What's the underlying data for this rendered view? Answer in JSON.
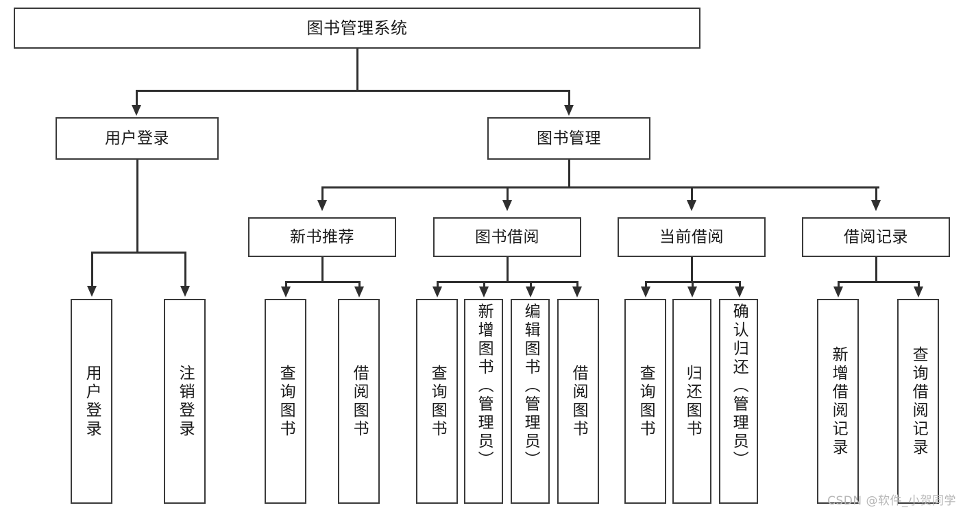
{
  "diagram": {
    "title": "图书管理系统",
    "type": "tree",
    "orientation": "top-down",
    "colors": {
      "box_border": "#3a3a3a",
      "connector": "#2f2f2f",
      "background": "#ffffff",
      "text": "#1b1b1b",
      "watermark": "#b6b6b6"
    },
    "root": {
      "label": "图书管理系统"
    },
    "level2": [
      {
        "label": "用户登录"
      },
      {
        "label": "图书管理"
      }
    ],
    "level3": [
      {
        "label": "新书推荐"
      },
      {
        "label": "图书借阅"
      },
      {
        "label": "当前借阅"
      },
      {
        "label": "借阅记录"
      }
    ],
    "leaves": {
      "user_login": [
        {
          "label": "用户登录"
        },
        {
          "label": "注销登录"
        }
      ],
      "new_book_recommend": [
        {
          "label": "查询图书"
        },
        {
          "label": "借阅图书"
        }
      ],
      "book_borrow": [
        {
          "label": "查询图书"
        },
        {
          "label": "新增图书（管理员）"
        },
        {
          "label": "编辑图书（管理员）"
        },
        {
          "label": "借阅图书"
        }
      ],
      "current_borrow": [
        {
          "label": "查询图书"
        },
        {
          "label": "归还图书"
        },
        {
          "label": "确认归还（管理员）"
        }
      ],
      "borrow_records": [
        {
          "label": "新增借阅记录"
        },
        {
          "label": "查询借阅记录"
        }
      ]
    }
  },
  "watermark": {
    "text": "CSDN @软件_小贺同学"
  }
}
